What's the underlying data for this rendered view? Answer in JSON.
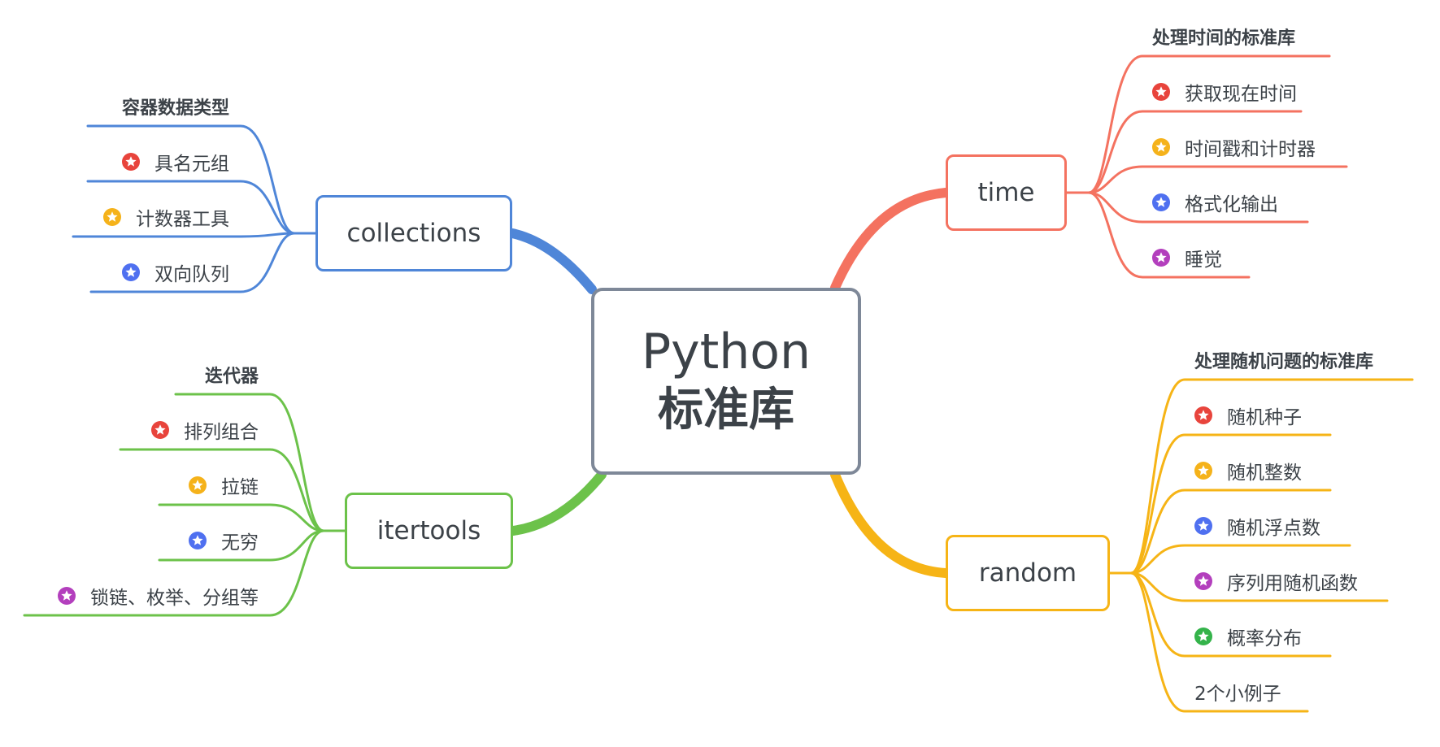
{
  "central": {
    "line1": "Python",
    "line2": "标准库"
  },
  "colors": {
    "star_red": "#e8443c",
    "star_yellow": "#f5b21a",
    "star_blue": "#4f70f0",
    "star_purple": "#b33fbd",
    "star_green": "#34b34a"
  },
  "branches": {
    "collections": {
      "label": "collections",
      "color": "#4f86d8",
      "title": "容器数据类型",
      "items": [
        {
          "label": "具名元组",
          "star": "red"
        },
        {
          "label": "计数器工具",
          "star": "yellow"
        },
        {
          "label": "双向队列",
          "star": "blue"
        }
      ]
    },
    "itertools": {
      "label": "itertools",
      "color": "#6cc24a",
      "title": "迭代器",
      "items": [
        {
          "label": "排列组合",
          "star": "red"
        },
        {
          "label": "拉链",
          "star": "yellow"
        },
        {
          "label": "无穷",
          "star": "blue"
        },
        {
          "label": "锁链、枚举、分组等",
          "star": "purple"
        }
      ]
    },
    "time": {
      "label": "time",
      "color": "#f47260",
      "title": "处理时间的标准库",
      "items": [
        {
          "label": "获取现在时间",
          "star": "red"
        },
        {
          "label": "时间戳和计时器",
          "star": "yellow"
        },
        {
          "label": "格式化输出",
          "star": "blue"
        },
        {
          "label": "睡觉",
          "star": "purple"
        }
      ]
    },
    "random": {
      "label": "random",
      "color": "#f6b416",
      "title": "处理随机问题的标准库",
      "items": [
        {
          "label": "随机种子",
          "star": "red"
        },
        {
          "label": "随机整数",
          "star": "yellow"
        },
        {
          "label": "随机浮点数",
          "star": "blue"
        },
        {
          "label": "序列用随机函数",
          "star": "purple"
        },
        {
          "label": "概率分布",
          "star": "green"
        },
        {
          "label": "2个小例子",
          "star": null
        }
      ]
    }
  }
}
